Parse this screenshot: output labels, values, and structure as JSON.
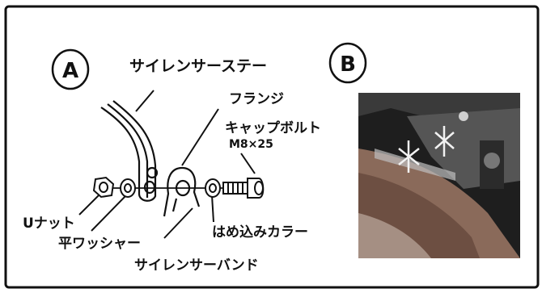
{
  "panel_a": {
    "letter": "A"
  },
  "panel_b": {
    "letter": "B"
  },
  "labels": {
    "silencer_stay": "サイレンサーステー",
    "flange": "フランジ",
    "cap_bolt": "キャップボルト",
    "cap_bolt_spec": "M8×25",
    "u_nut": "Uナット",
    "flat_washer": "平ワッシャー",
    "silencer_band": "サイレンサーバンド",
    "press_fit_collar": "はめ込みカラー"
  },
  "colors": {
    "ink": "#111111",
    "photo_dark": "#1e1e1e",
    "photo_mid": "#8a6a5a",
    "photo_light": "#e9e9e9"
  }
}
